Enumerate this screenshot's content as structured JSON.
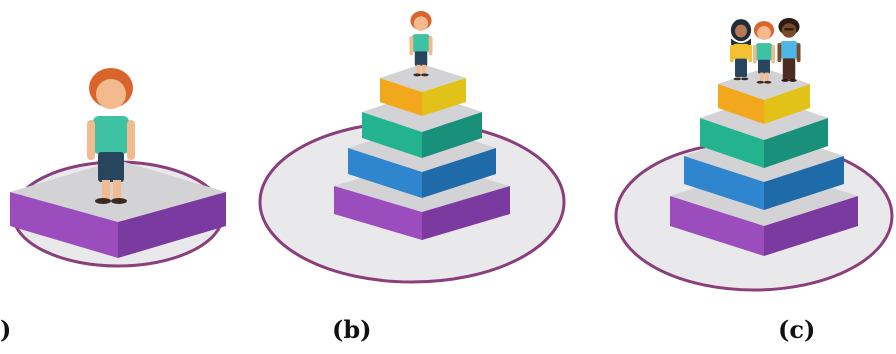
{
  "panels": [
    {
      "label": ")",
      "levels": 1,
      "people": 1
    },
    {
      "label": "(b)",
      "levels": 4,
      "people": 1
    },
    {
      "label": "(c)",
      "levels": 4,
      "people": 3
    }
  ],
  "level_colors": [
    "#9b4dbe",
    "#2f86cf",
    "#23b38e",
    "#f2a81d"
  ],
  "level_colors_dark": [
    "#7a3aa0",
    "#1f6aa8",
    "#18907a",
    "#e2c218"
  ],
  "level_top": "#d3d3d6",
  "ellipse_stroke": "#8b3e7c",
  "ellipse_fill": "#e9e9eb"
}
